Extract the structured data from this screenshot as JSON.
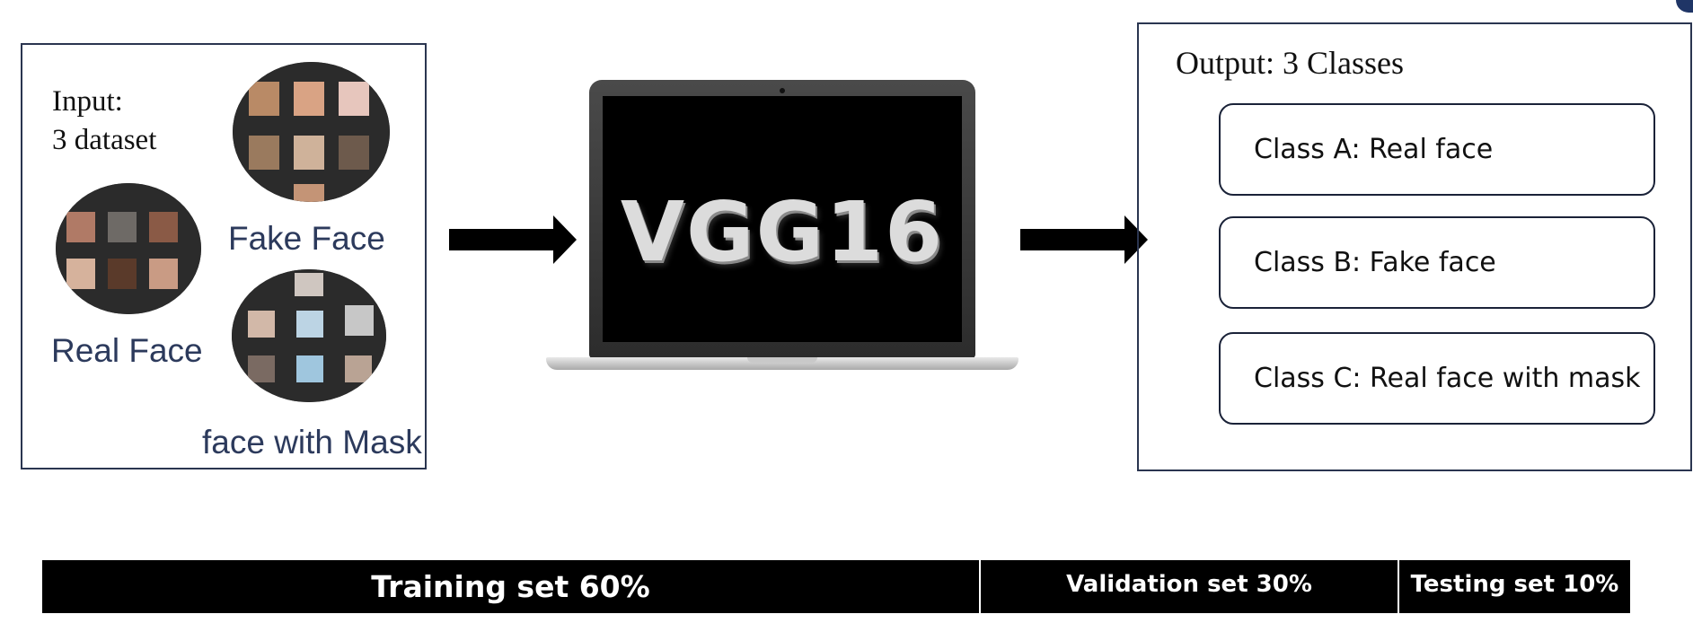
{
  "input": {
    "title": "Input:\n3 dataset",
    "datasets": {
      "fake": "Fake Face",
      "real": "Real Face",
      "mask": "face with Mask"
    }
  },
  "model": {
    "name": "VGG16"
  },
  "output": {
    "title": "Output: 3 Classes",
    "classes": [
      "Class A: Real face",
      "Class B: Fake face",
      "Class C: Real face with mask"
    ]
  },
  "split": {
    "training": "Training set 60%",
    "validation": "Validation set 30%",
    "testing": "Testing set 10%"
  },
  "colors": {
    "label_text": "#2c3a5c",
    "panel_border": "#2a3550",
    "bar": "#000000",
    "accent": "#1f3566"
  },
  "icons": [
    "arrow-right-icon",
    "laptop-icon"
  ]
}
